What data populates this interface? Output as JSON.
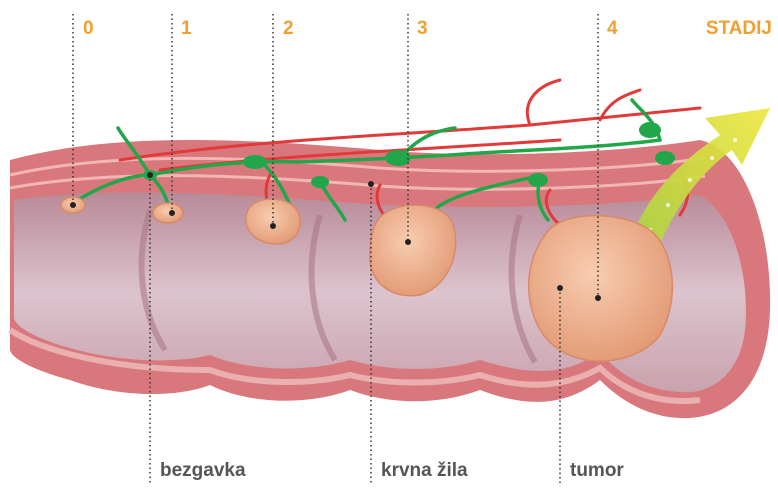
{
  "stage_title": "STADIJ",
  "stages": [
    "0",
    "1",
    "2",
    "3",
    "4"
  ],
  "callouts": {
    "lymph_node": "bezgavka",
    "blood_vessel": "krvna žila",
    "tumor": "tumor"
  },
  "colors": {
    "accent": "#f0a030",
    "label": "#555555",
    "wall_outer": "#d9787c",
    "wall_inner": "#c48c96",
    "lumen": "#dcc3cd",
    "tumor": "#f2b492",
    "tumor_edge": "#d88a68",
    "vessel_red": "#e03a3a",
    "lymph_green": "#22a64a",
    "arrow": "#d8e040",
    "leader": "#333333"
  }
}
